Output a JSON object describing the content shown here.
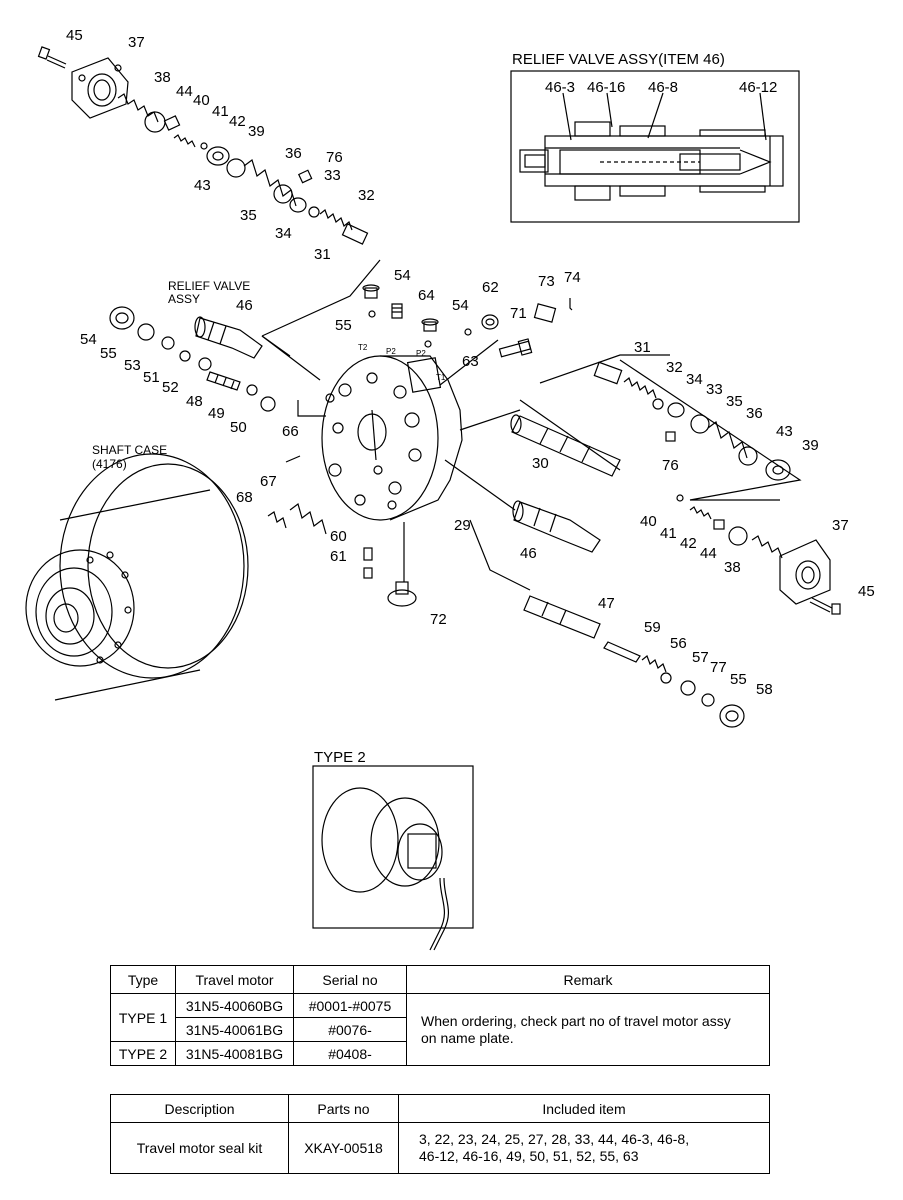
{
  "relief_box": {
    "title": "RELIEF VALVE ASSY(ITEM 46)",
    "labels": [
      "46-3",
      "46-16",
      "46-8",
      "46-12"
    ]
  },
  "annotations": {
    "relief_valve_assy": [
      "RELIEF VALVE",
      "ASSY"
    ],
    "shaft_case": [
      "SHAFT CASE",
      "(4176)"
    ],
    "type2": "TYPE 2",
    "ports": [
      "T2",
      "P2",
      "P2",
      "T1"
    ]
  },
  "callouts": [
    "45",
    "37",
    "38",
    "44",
    "40",
    "41",
    "42",
    "39",
    "36",
    "76",
    "33",
    "32",
    "43",
    "35",
    "34",
    "31",
    "54",
    "64",
    "54",
    "62",
    "73",
    "74",
    "55",
    "71",
    "63",
    "46",
    "54",
    "55",
    "53",
    "51",
    "52",
    "48",
    "49",
    "50",
    "66",
    "67",
    "68",
    "60",
    "61",
    "72",
    "29",
    "46",
    "47",
    "59",
    "56",
    "57",
    "77",
    "55",
    "58",
    "31",
    "32",
    "34",
    "33",
    "35",
    "36",
    "43",
    "39",
    "30",
    "76",
    "40",
    "41",
    "42",
    "44",
    "38",
    "37",
    "45"
  ],
  "type_table": {
    "headers": [
      "Type",
      "Travel motor",
      "Serial no",
      "Remark"
    ],
    "rows": [
      {
        "type": "TYPE 1",
        "motor": "31N5-40060BG",
        "serial": "#0001-#0075"
      },
      {
        "type": "",
        "motor": "31N5-40061BG",
        "serial": "#0076-"
      },
      {
        "type": "TYPE 2",
        "motor": "31N5-40081BG",
        "serial": "#0408-"
      }
    ],
    "remark": [
      "When ordering, check part no of travel motor assy",
      "on name plate."
    ]
  },
  "kit_table": {
    "headers": [
      "Description",
      "Parts no",
      "Included item"
    ],
    "row": {
      "description": "Travel motor seal kit",
      "part_no": "XKAY-00518",
      "items": [
        "3, 22, 23, 24, 25, 27, 28, 33, 44, 46-3, 46-8,",
        "46-12, 46-16, 49, 50, 51, 52, 55, 63"
      ]
    }
  }
}
